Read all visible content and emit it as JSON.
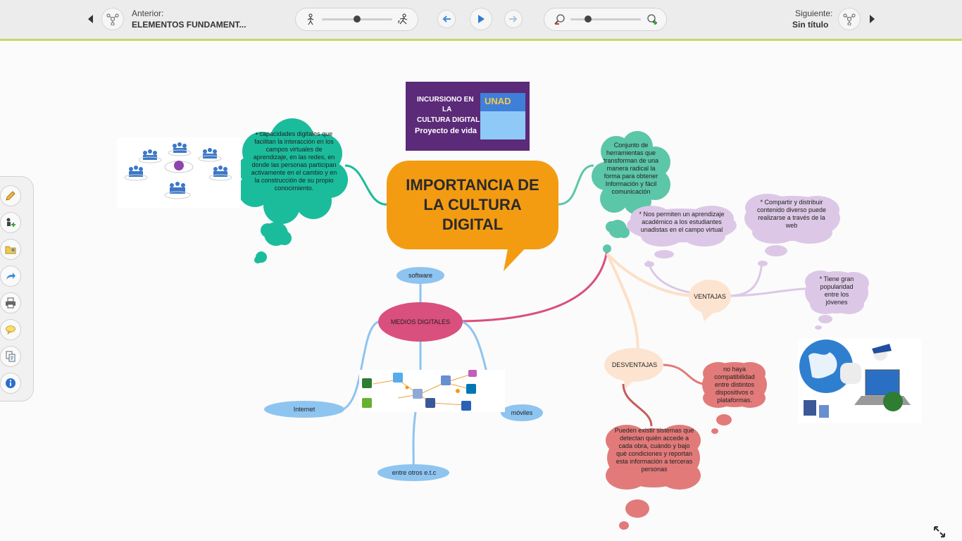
{
  "nav": {
    "prev_label": "Anterior:",
    "prev_title": "ELEMENTOS FUNDAMENT...",
    "next_label": "Siguiente:",
    "next_title": "Sin título",
    "speed_slider": 0.5,
    "zoom_slider": 0.25
  },
  "tools": [
    "pencil-icon",
    "add-node-icon",
    "folder-icon",
    "share-icon",
    "print-icon",
    "comment-icon",
    "copy-icon",
    "info-icon"
  ],
  "map": {
    "central": "IMPORTANCIA DE LA CULTURA DIGITAL",
    "banner_lines": [
      "INCURSIONO EN",
      "LA",
      "CULTURA DIGITAL",
      "Proyecto de vida"
    ],
    "banner_logo": "UNAD",
    "left_cloud": "• capacidades digitales que facilitan la interacción en los campos virtuales de aprendizaje, en las redes, en donde las personas participan activamente en el cambio y en la construcción de su propio conocimiento.",
    "right_cloud": "Conjunto de herramientas que transforman de una manera radical la forma para obtener Información y fácil comunicación",
    "medios": "MEDIOS DIGITALES",
    "software": "software",
    "internet": "Internet",
    "moviles": "móviles",
    "otros": "entre otros e.t.c",
    "ventajas": "VENTAJAS",
    "v1": "* Nos permiten un aprendizaje académico a los estudiantes unadistas en el campo virtual",
    "v2": "* Compartir y distribuir contenido diverso puede realizarse a través de la web",
    "v3": "* Tiene gran popularidad entre los jóvenes",
    "desventajas": "DESVENTAJAS",
    "d1": "no haya compatibilidad entre distintos dispositivos o plataformas.",
    "d2": "Pueden existir sistemas que detectan quién accede a cada obra, cuándo y bajo qué condiciones y reportan esta información a terceras personas"
  },
  "colors": {
    "teal": "#1abc9c",
    "orange": "#f39c12",
    "pink": "#d94f7e",
    "blue": "#8ec4f0",
    "lavender": "#dcc8e6",
    "peach": "#fde4d0",
    "salmon": "#e27a7a",
    "accent": "#c8d86c"
  }
}
